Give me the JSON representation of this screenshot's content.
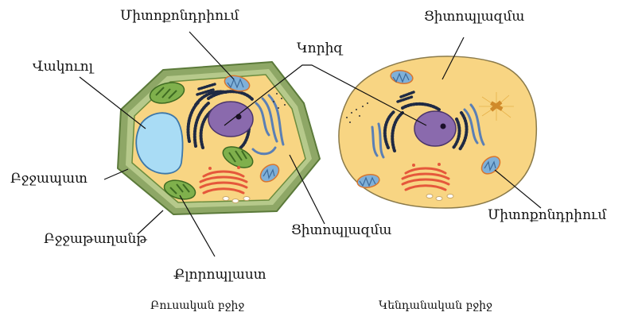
{
  "labels": {
    "mitochondrion_plant": "Միտոքոնդրիում",
    "nucleus": "Կորիզ",
    "vacuole": "Վակուոլ",
    "cell_wall": "Բջջապատ",
    "cell_membrane": "Բջջաթաղանթ",
    "cytoplasm_plant": "Ցիտոպլազմա",
    "chloroplast": "Քլորոպլաստ",
    "cytoplasm_animal": "Ցիտոպլազմա",
    "mitochondrion_animal": "Միտոքոնդրիում"
  },
  "captions": {
    "plant_cell": "Բուսական բջիջ",
    "animal_cell": "Կենդանական բջիջ"
  },
  "colors": {
    "cell_wall": "#8ea766",
    "cytoplasm": "#f8d583",
    "vacuole": "#a9dcf5",
    "nucleus": "#8a6aad",
    "chloroplast": "#7fb04c",
    "mitochondrion": "#7fb0d8",
    "golgi": "#e5583b",
    "er": "#5a7fb5"
  }
}
